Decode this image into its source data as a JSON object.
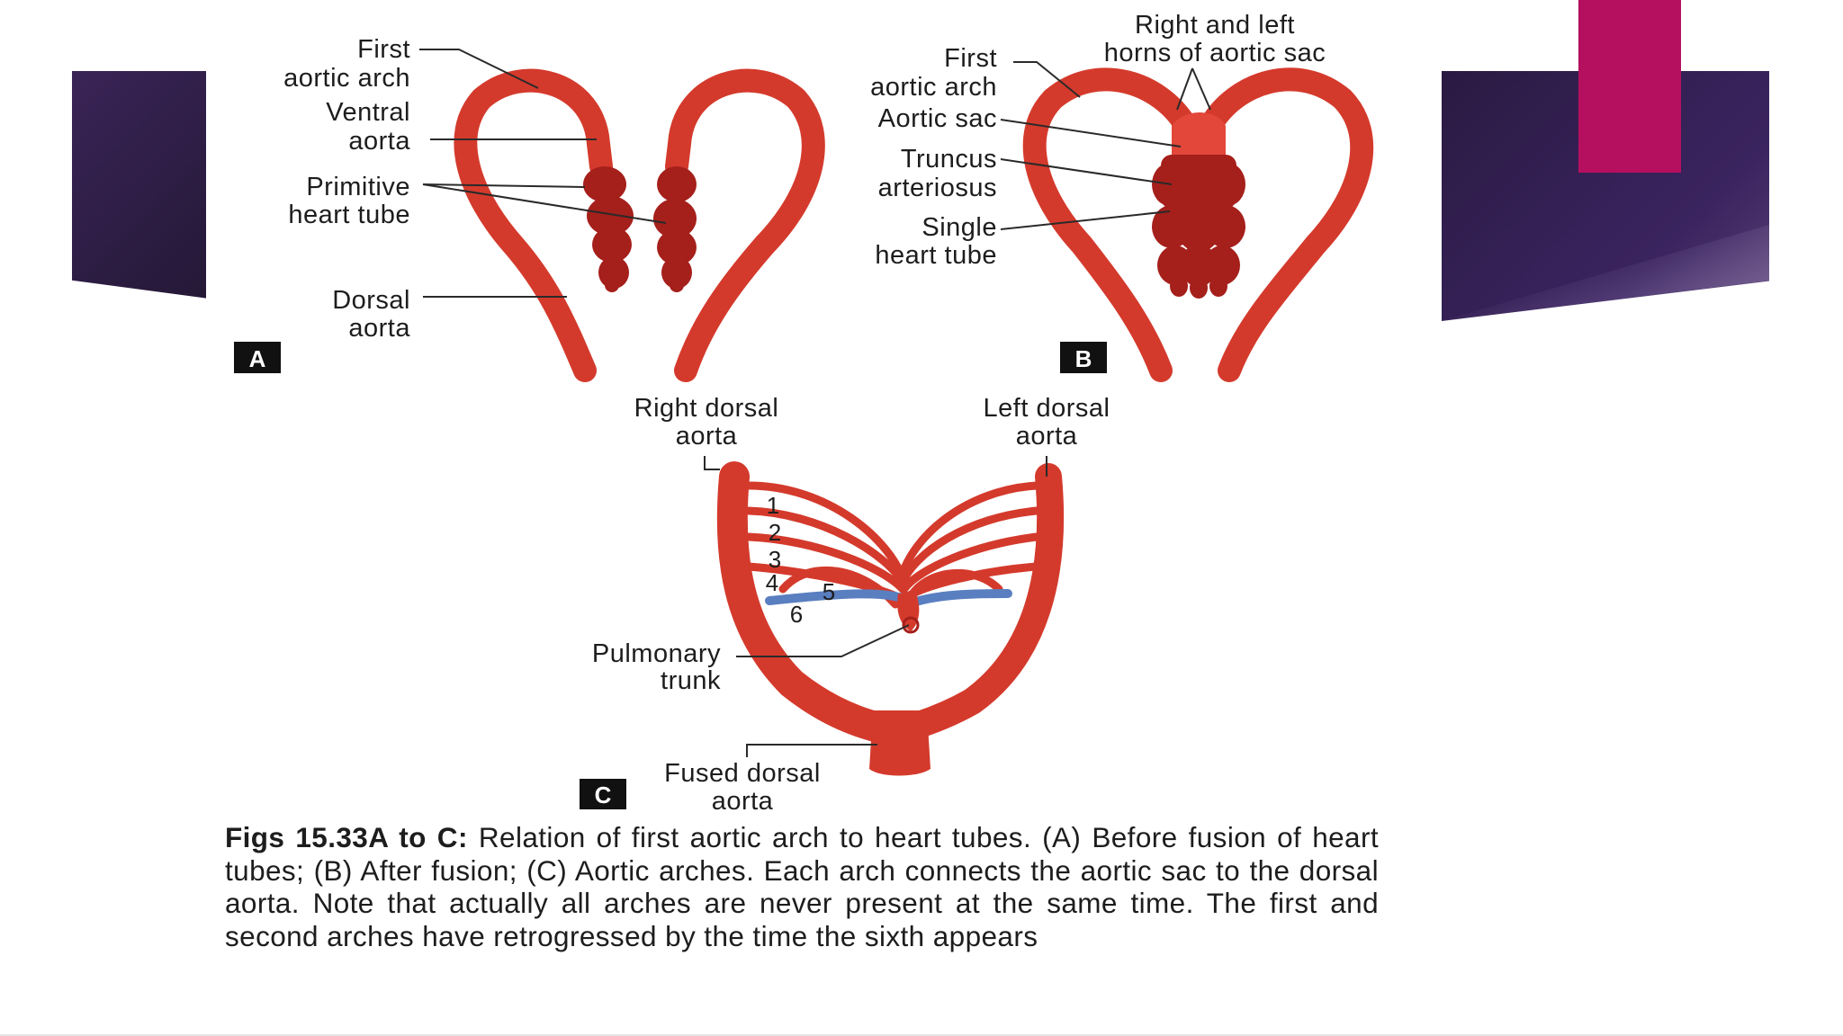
{
  "figure": {
    "panel_a": {
      "tag": "A",
      "labels": {
        "first_aortic_arch": [
          "First",
          "aortic arch"
        ],
        "ventral_aorta": [
          "Ventral",
          "aorta"
        ],
        "primitive_heart_tube": [
          "Primitive",
          "heart tube"
        ],
        "dorsal_aorta": [
          "Dorsal",
          "aorta"
        ]
      }
    },
    "panel_b": {
      "tag": "B",
      "labels": {
        "horns": [
          "Right and left",
          "horns of aortic sac"
        ],
        "first_aortic_arch": [
          "First",
          "aortic arch"
        ],
        "aortic_sac": [
          "Aortic sac"
        ],
        "truncus": [
          "Truncus",
          "arteriosus"
        ],
        "single_heart_tube": [
          "Single",
          "heart tube"
        ]
      }
    },
    "panel_c": {
      "tag": "C",
      "labels": {
        "right_dorsal": [
          "Right dorsal",
          "aorta"
        ],
        "left_dorsal": [
          "Left dorsal",
          "aorta"
        ],
        "pulmonary": [
          "Pulmonary",
          "trunk"
        ],
        "fused_dorsal": [
          "Fused dorsal",
          "aorta"
        ]
      },
      "arch_numbers": [
        "1",
        "2",
        "3",
        "4",
        "5",
        "6"
      ]
    },
    "colors": {
      "vessel": "#d43a2c",
      "vessel_dark": "#a51f1b",
      "pulmonary": "#5a7fc0"
    }
  },
  "caption": {
    "bold": "Figs 15.33A to C:",
    "text": " Relation of first aortic arch to heart tubes. (A) Before fusion of heart tubes; (B) After fusion; (C) Aortic arches. Each arch connects the aortic sac to the dorsal aorta. Note that actually all arches are never present at the same time. The first and second arches have retrogressed by the time the sixth appears"
  },
  "theme": {
    "accent": "#b5105f",
    "band": "#2e1d48"
  }
}
